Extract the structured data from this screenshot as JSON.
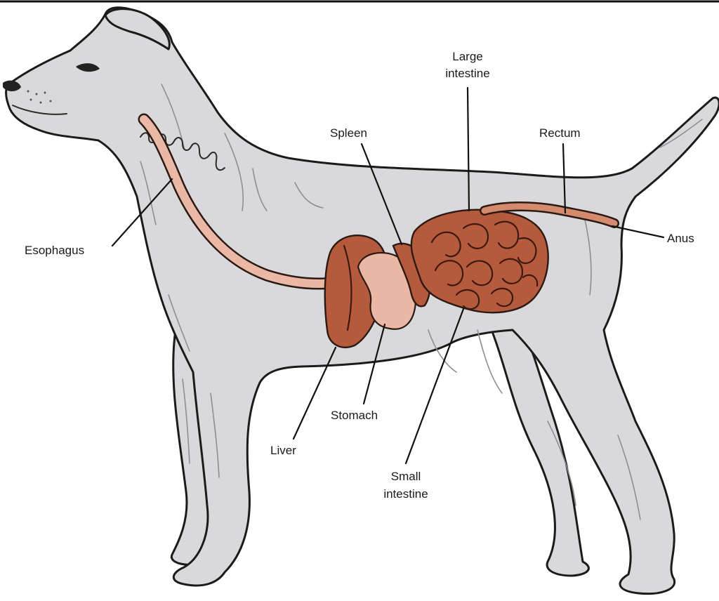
{
  "labels": {
    "esophagus": "Esophagus",
    "spleen": "Spleen",
    "large_intestine_1": "Large",
    "large_intestine_2": "intestine",
    "rectum": "Rectum",
    "anus": "Anus",
    "stomach": "Stomach",
    "liver": "Liver",
    "small_intestine_1": "Small",
    "small_intestine_2": "intestine"
  },
  "colors": {
    "body": "#d9d9dc",
    "organ": "#b55a3d",
    "esophagus": "#eab8a4",
    "outline": "#1b1b1b"
  }
}
